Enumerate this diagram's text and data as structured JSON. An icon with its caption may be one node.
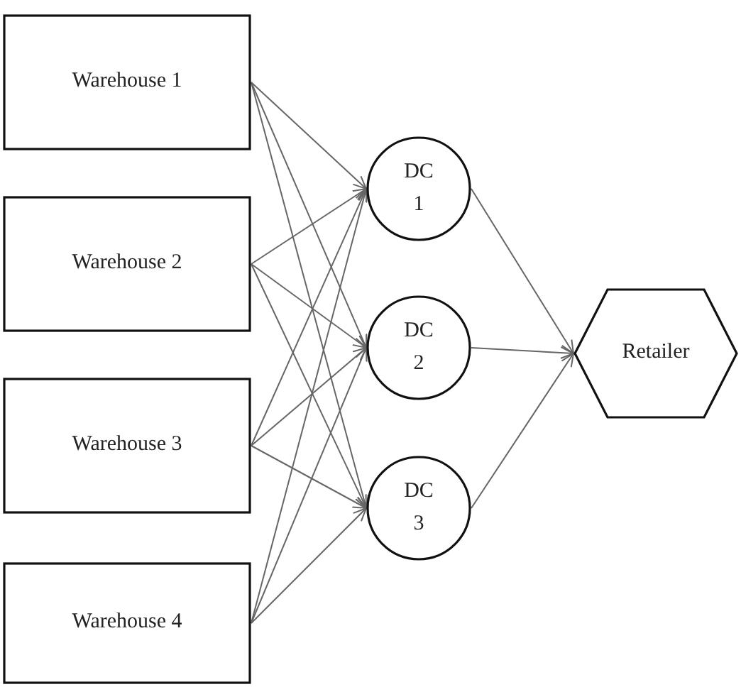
{
  "diagram": {
    "nodes": [
      {
        "text": [
          "Warehouse 1"
        ]
      },
      {
        "text": [
          "Warehouse 2"
        ]
      },
      {
        "text": [
          "Warehouse 3"
        ]
      },
      {
        "text": [
          "Warehouse 4"
        ]
      },
      {
        "text": [
          "DC 1"
        ]
      },
      {
        "text": [
          "DC 2"
        ]
      },
      {
        "text": [
          "DC 3"
        ]
      },
      {
        "text": [
          "Retailer"
        ]
      }
    ],
    "edges": [
      {
        "from": 0,
        "to": 4,
        "arrow": "to"
      },
      {
        "from": 0,
        "to": 5,
        "arrow": "to"
      },
      {
        "from": 0,
        "to": 6,
        "arrow": "to"
      },
      {
        "from": 1,
        "to": 4,
        "arrow": "to"
      },
      {
        "from": 1,
        "to": 5,
        "arrow": "to"
      },
      {
        "from": 1,
        "to": 6,
        "arrow": "to"
      },
      {
        "from": 2,
        "to": 4,
        "arrow": "to"
      },
      {
        "from": 2,
        "to": 5,
        "arrow": "to"
      },
      {
        "from": 2,
        "to": 6,
        "arrow": "to"
      },
      {
        "from": 3,
        "to": 4,
        "arrow": "to"
      },
      {
        "from": 3,
        "to": 5,
        "arrow": "to"
      },
      {
        "from": 3,
        "to": 6,
        "arrow": "to"
      },
      {
        "from": 4,
        "to": 7,
        "arrow": "to"
      },
      {
        "from": 5,
        "to": 7,
        "arrow": "to"
      },
      {
        "from": 6,
        "to": 7,
        "arrow": "to"
      }
    ]
  }
}
